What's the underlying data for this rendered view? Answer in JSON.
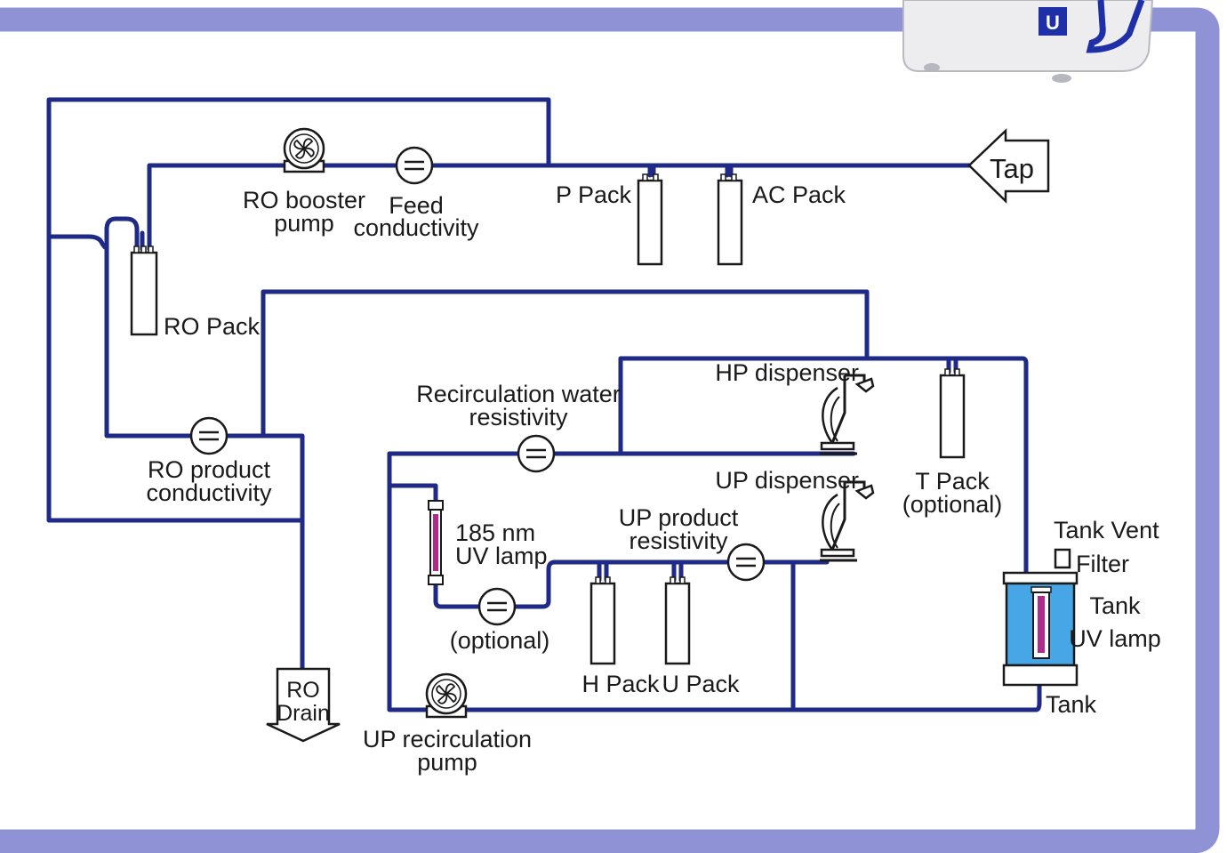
{
  "unit_badge": "U",
  "colors": {
    "frame": "#8f93d6",
    "pipe": "#1e2a86",
    "tank_fill": "#46a6e6",
    "uv_glow": "#b02a8a",
    "badge": "#1f2fa8"
  },
  "labels": {
    "tap": "Tap",
    "ac_pack": "AC Pack",
    "p_pack": "P Pack",
    "ro_booster_line1": "RO booster",
    "ro_booster_line2": "pump",
    "feed_line1": "Feed",
    "feed_line2": "conductivity",
    "ro_pack": "RO Pack",
    "ro_product_line1": "RO product",
    "ro_product_line2": "conductivity",
    "ro_drain_line1": "RO",
    "ro_drain_line2": "Drain",
    "recirc_line1": "Recirculation water",
    "recirc_line2": "resistivity",
    "hp_dispenser": "HP dispenser",
    "up_dispenser": "UP dispenser",
    "t_pack_line1": "T Pack",
    "t_pack_line2": "(optional)",
    "uv185_line1": "185 nm",
    "uv185_line2": "UV lamp",
    "optional": "(optional)",
    "up_product_line1": "UP product",
    "up_product_line2": "resistivity",
    "h_pack": "H Pack",
    "u_pack": "U Pack",
    "up_recirc_line1": "UP recirculation",
    "up_recirc_line2": "pump",
    "tank_vent_line1": "Tank Vent",
    "tank_vent_line2": "Filter",
    "tank_uv_line1": "Tank",
    "tank_uv_line2": "UV lamp",
    "tank": "Tank"
  }
}
